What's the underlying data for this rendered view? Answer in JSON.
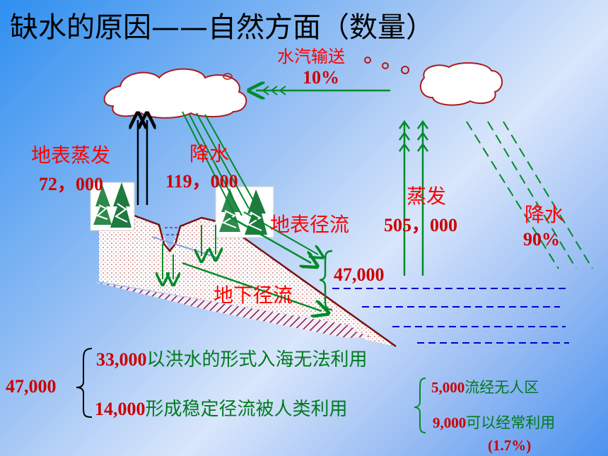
{
  "title": "缺水的原因——自然方面（数量）",
  "labels": {
    "vapor_transport": "水汽输送",
    "vapor_pct": "10%",
    "land_evap": "地表蒸发",
    "land_evap_value": "72，000",
    "precip_land": "降水",
    "precip_land_value": "119，000",
    "surface_runoff": "地表径流",
    "ocean_evap": "蒸发",
    "ocean_evap_value": "505，000",
    "precip_ocean": "降水",
    "precip_ocean_pct": "90%",
    "runoff_total": "47,000",
    "groundwater_runoff": "地下径流"
  },
  "breakdown": {
    "total": "47,000",
    "flood_value": "33,000",
    "flood_text": "以洪水的形式入海无法利用",
    "stable_value": "14,000",
    "stable_text": "形成稳定径流被人类利用",
    "uninhabited_value": "5,000",
    "uninhabited_text": "流经无人区",
    "usable_value": "9,000",
    "usable_text": "可以经常利用",
    "usable_pct": "(1.7%)"
  },
  "colors": {
    "arrow_green": "#008a2a",
    "label_red": "#ff0000",
    "sea_line": "#0000cc"
  }
}
